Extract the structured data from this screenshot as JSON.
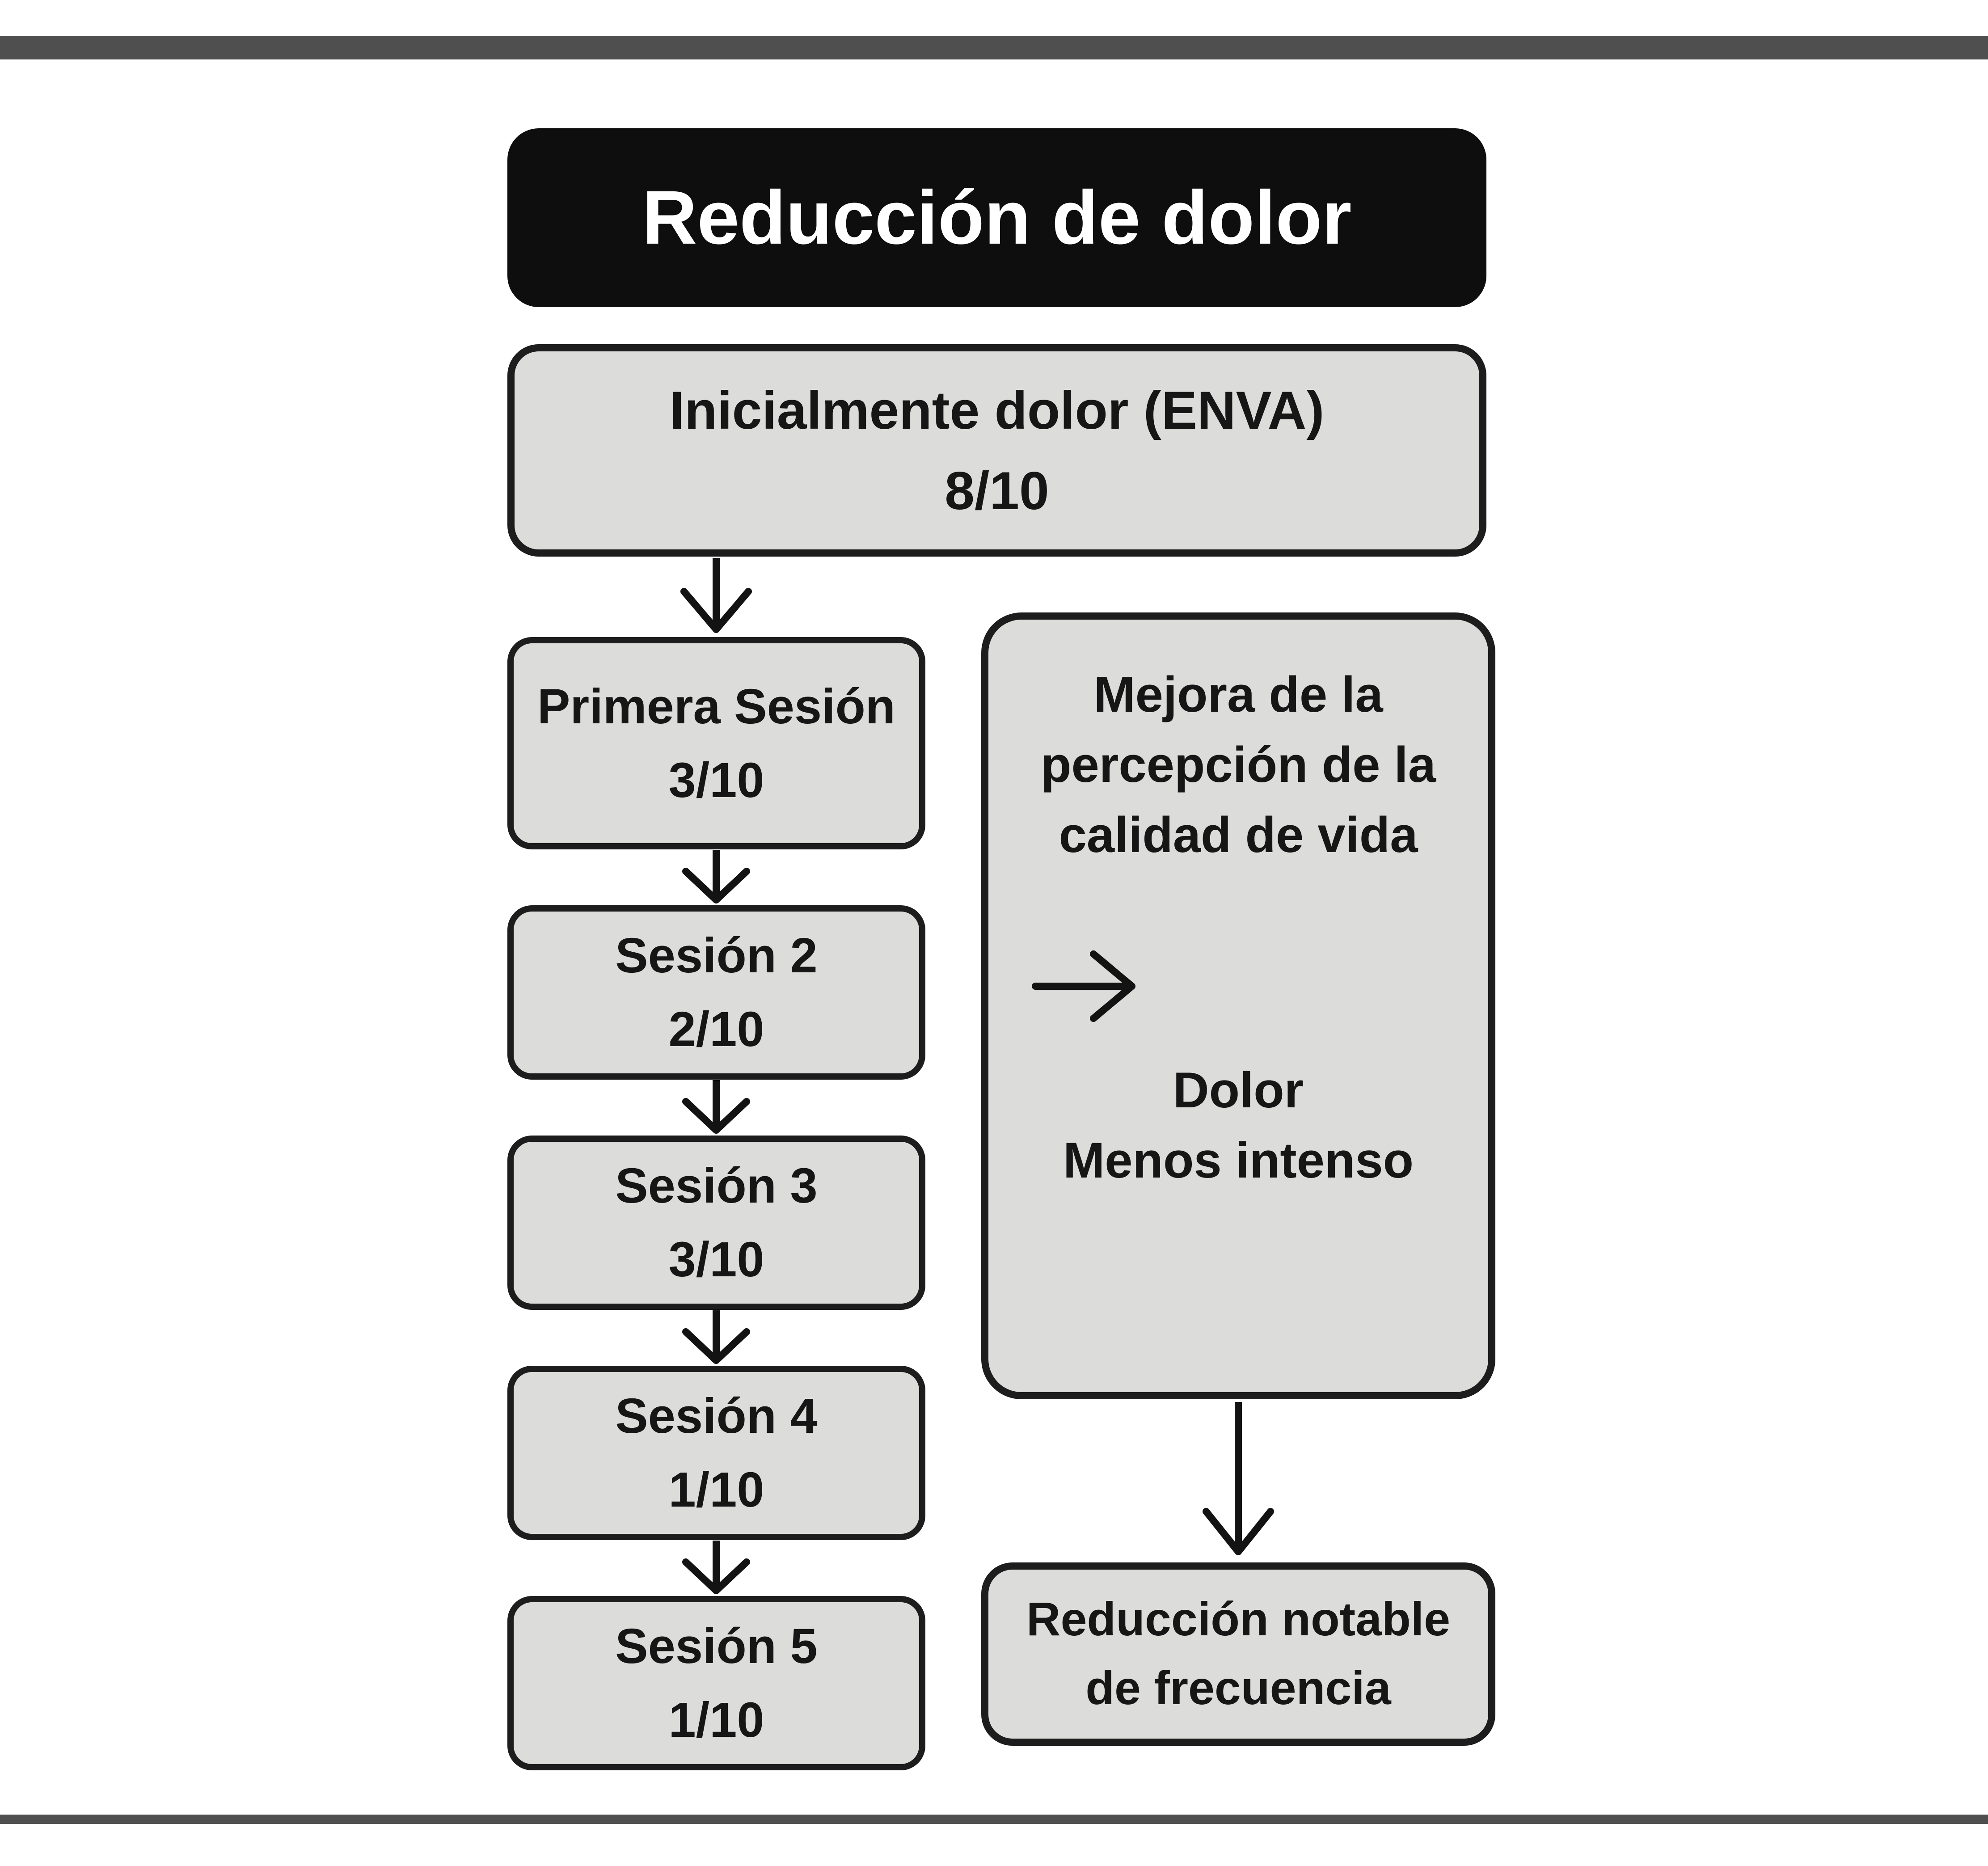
{
  "colors": {
    "page_bg": "#ffffff",
    "frame_bar": "#4f4f4f",
    "box_bg": "#dcdcda",
    "box_border": "#1d1d1d",
    "title_bg": "#0e0e0e",
    "title_text": "#ffffff",
    "text": "#161616",
    "arrow": "#131313"
  },
  "title": {
    "label": "Reducción de dolor"
  },
  "initial_box": {
    "line1": "Inicialmente dolor (ENVA)",
    "line2": "8/10"
  },
  "sessions": [
    {
      "name": "Primera Sesión",
      "score": "3/10"
    },
    {
      "name": "Sesión 2",
      "score": "2/10"
    },
    {
      "name": "Sesión 3",
      "score": "3/10"
    },
    {
      "name": "Sesión 4",
      "score": "1/10"
    },
    {
      "name": "Sesión 5",
      "score": "1/10"
    }
  ],
  "outcome_box": {
    "heading": "Mejora de la\npercepción de la\ncalidad de vida",
    "line1": "Dolor",
    "line2": "Menos intenso"
  },
  "result_box": {
    "line1": "Reducción notable",
    "line2": "de frecuencia"
  }
}
